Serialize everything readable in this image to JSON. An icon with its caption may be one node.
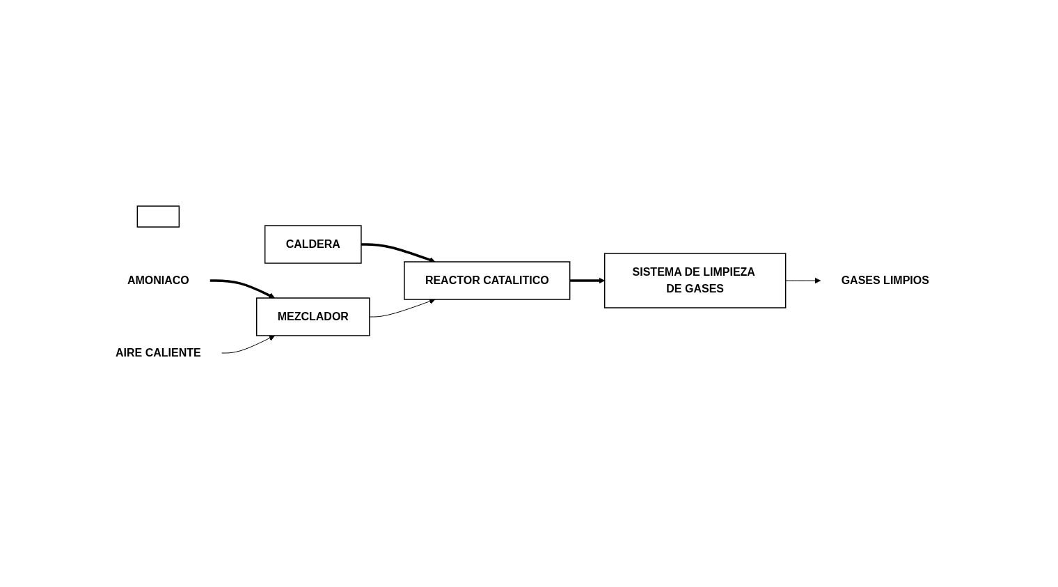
{
  "diagram": {
    "nodes": [
      {
        "text": [],
        "shape": "box"
      },
      {
        "text": [
          "GASES LIMPIOS"
        ]
      },
      {
        "text": [
          "CALDERA"
        ]
      },
      {
        "text": [
          "REACTOR CATALITICO"
        ]
      },
      {
        "text": [
          "SISTEMA DE LIMPIEZA DE GASES"
        ]
      },
      {
        "text": [
          "AMONIACO"
        ]
      },
      {
        "text": [
          "MEZCLADOR"
        ]
      },
      {
        "text": [
          "AIRE CALIENTE"
        ]
      }
    ],
    "edges": [
      {
        "from": 2,
        "to": 3,
        "arrow": "to",
        "style": "thick"
      },
      {
        "from": 3,
        "to": 4,
        "arrow": "to",
        "style": "thick"
      },
      {
        "from": 4,
        "to": 1,
        "arrow": "to"
      },
      {
        "from": 6,
        "to": 3,
        "arrow": "to"
      },
      {
        "from": 5,
        "to": 6,
        "arrow": "to",
        "style": "thick"
      },
      {
        "from": 7,
        "to": 6,
        "arrow": "to"
      }
    ]
  }
}
